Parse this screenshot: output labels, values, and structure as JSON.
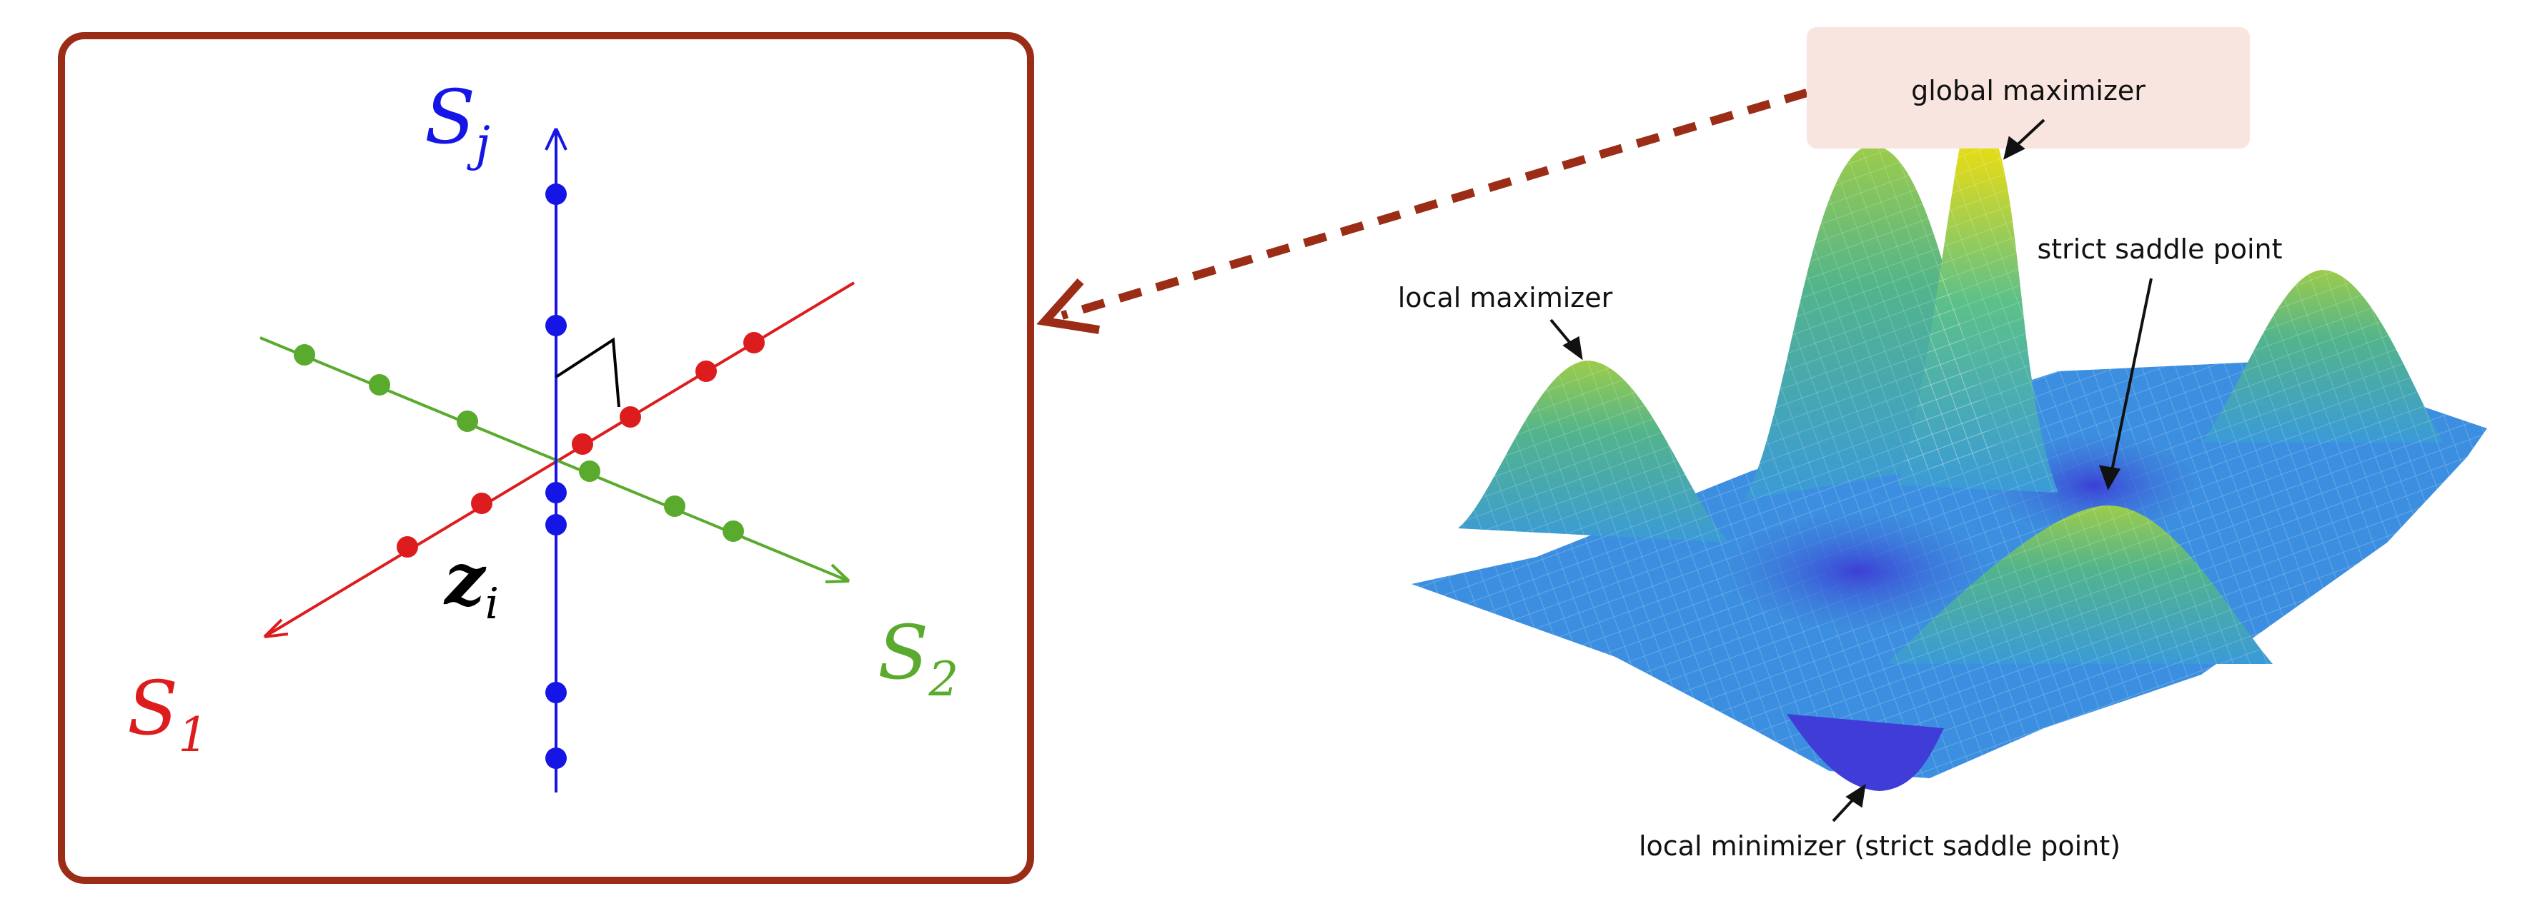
{
  "colors": {
    "frame": "#9b2d17",
    "axis_j": "#1515e6",
    "axis_1": "#dd1d1d",
    "axis_2": "#5aaa2e",
    "angle_mark": "#000000",
    "callout_bg": "#f8e5e0",
    "surface_low": "#2e3fd8",
    "surface_mid": "#3a9ad8",
    "surface_high": "#f4e20a"
  },
  "left_panel": {
    "axis_labels": {
      "Sj": {
        "main": "S",
        "sub": "j"
      },
      "S1": {
        "main": "S",
        "sub": "1"
      },
      "S2": {
        "main": "S",
        "sub": "2"
      }
    },
    "point_label": {
      "main": "z",
      "sub": "i"
    }
  },
  "right_panel": {
    "callouts": {
      "global_max": "global maximizer",
      "saddle": "strict saddle point",
      "local_max": "local maximizer",
      "local_min": "local minimizer (strict saddle point)"
    }
  },
  "icons": [
    "dashed-arrow-icon",
    "right-angle-icon",
    "arrowhead-icon"
  ]
}
